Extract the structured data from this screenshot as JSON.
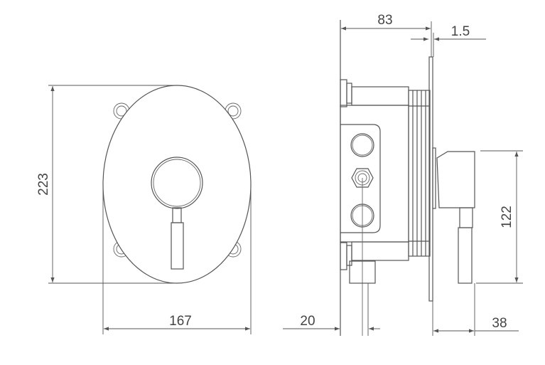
{
  "drawing": {
    "front_view": {
      "height_dim": "223",
      "width_dim": "167"
    },
    "side_view": {
      "depth_dim": "83",
      "plate_dim": "1.5",
      "handle_height_dim": "122",
      "offset_dim": "20",
      "handle_depth_dim": "38"
    }
  }
}
